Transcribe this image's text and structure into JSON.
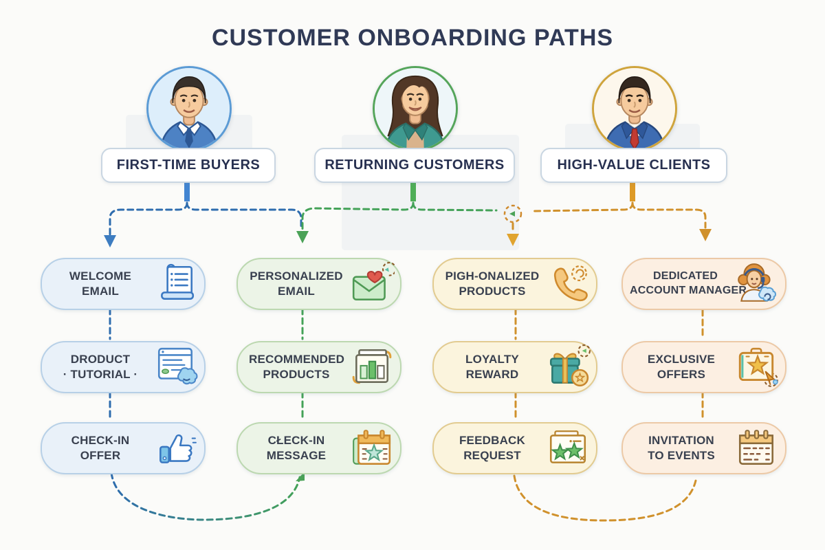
{
  "title": "CUSTOMER ONBOARDING PATHS",
  "personas": [
    {
      "label": "FIRST-TIME BUYERS",
      "avatar": "young-man-blue-shirt",
      "ring_color": "#5b9bd5"
    },
    {
      "label": "RETURNING CUSTOMERS",
      "avatar": "woman-teal-jacket",
      "ring_color": "#55a55b"
    },
    {
      "label": "HIGH-VALUE CLIENTS",
      "avatar": "man-blue-suit-red-tie",
      "ring_color": "#cfa43c"
    }
  ],
  "columns": [
    {
      "theme": "blue",
      "accent": "#3d7cc0",
      "steps": [
        {
          "lines": [
            "WELCOME",
            "EMAIL"
          ],
          "icon": "laptop-checklist-icon"
        },
        {
          "lines": [
            "DRODUCT",
            "· TUTORIAL ·"
          ],
          "icon": "tutorial-window-icon"
        },
        {
          "lines": [
            "CHECK-IN",
            "OFFER"
          ],
          "icon": "thumbs-up-icon"
        }
      ]
    },
    {
      "theme": "green",
      "accent": "#4aa257",
      "steps": [
        {
          "lines": [
            "PERSONALIZED",
            "EMAIL"
          ],
          "icon": "envelope-heart-icon"
        },
        {
          "lines": [
            "RECOMMENDED",
            "PRODUCTS"
          ],
          "icon": "bar-chart-icon"
        },
        {
          "lines": [
            "CŁECK-IN",
            "MESSAGE"
          ],
          "icon": "calendar-star-icon"
        }
      ]
    },
    {
      "theme": "amber",
      "accent": "#d0912c",
      "steps": [
        {
          "lines": [
            "PIGH-ONALIZED",
            "PRODUCTS"
          ],
          "icon": "phone-icon"
        },
        {
          "lines": [
            "LOYALTY",
            "REWARD"
          ],
          "icon": "gift-box-icon"
        },
        {
          "lines": [
            "FEEDBACK",
            "REQUEST"
          ],
          "icon": "review-stars-icon"
        }
      ]
    },
    {
      "theme": "peach",
      "accent": "#d0912c",
      "steps": [
        {
          "lines": [
            "DEDICATED",
            "ACCOUNT MANAGER"
          ],
          "icon": "support-agent-icon"
        },
        {
          "lines": [
            "EXCLUSIVE",
            "OFFERS"
          ],
          "icon": "star-case-icon"
        },
        {
          "lines": [
            "INVITATION",
            "TO EVENTS"
          ],
          "icon": "events-calendar-icon"
        }
      ]
    }
  ]
}
